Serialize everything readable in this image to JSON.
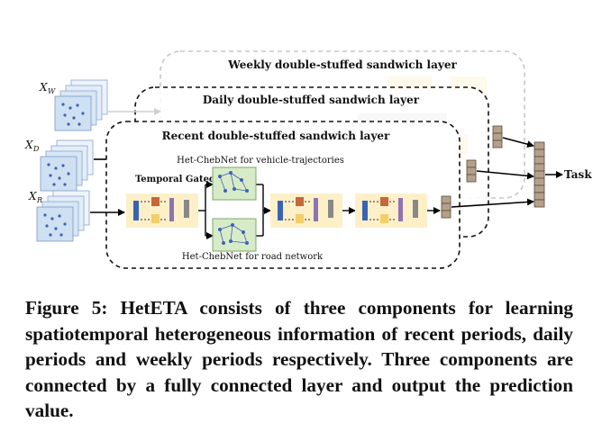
{
  "figure": {
    "layers": {
      "weekly": "Weekly double-stuffed sandwich layer",
      "daily": "Daily double-stuffed sandwich layer",
      "recent": "Recent double-stuffed sandwich layer"
    },
    "inputs": {
      "weekly": {
        "base": "X",
        "sub": "W"
      },
      "daily": {
        "base": "X",
        "sub": "D"
      },
      "recent": {
        "base": "X",
        "sub": "R"
      }
    },
    "temporal_gated_cnn": "Temporal Gated CNN",
    "het_cheb_vehicle": "Het-ChebNet for vehicle-trajectories",
    "het_cheb_road": "Het-ChebNet for road network",
    "task": "Task"
  },
  "caption": {
    "label": "Figure 5:",
    "text": "HetETA consists of three components for learning spatiotemporal heterogeneous information of recent periods, daily periods and weekly periods respectively. Three components are connected by a fully connected layer and output the prediction value."
  },
  "colors": {
    "block_fill": "#fdf0c8",
    "blue_bar": "#3b63b5",
    "orange_block": "#c8653a",
    "yellow_block": "#f3cf6a",
    "purple_block": "#8e74b0",
    "graph_fill": "#d8ebc8",
    "stack_fill": "#b5a08a",
    "input_fill": "#c9dcf2"
  }
}
